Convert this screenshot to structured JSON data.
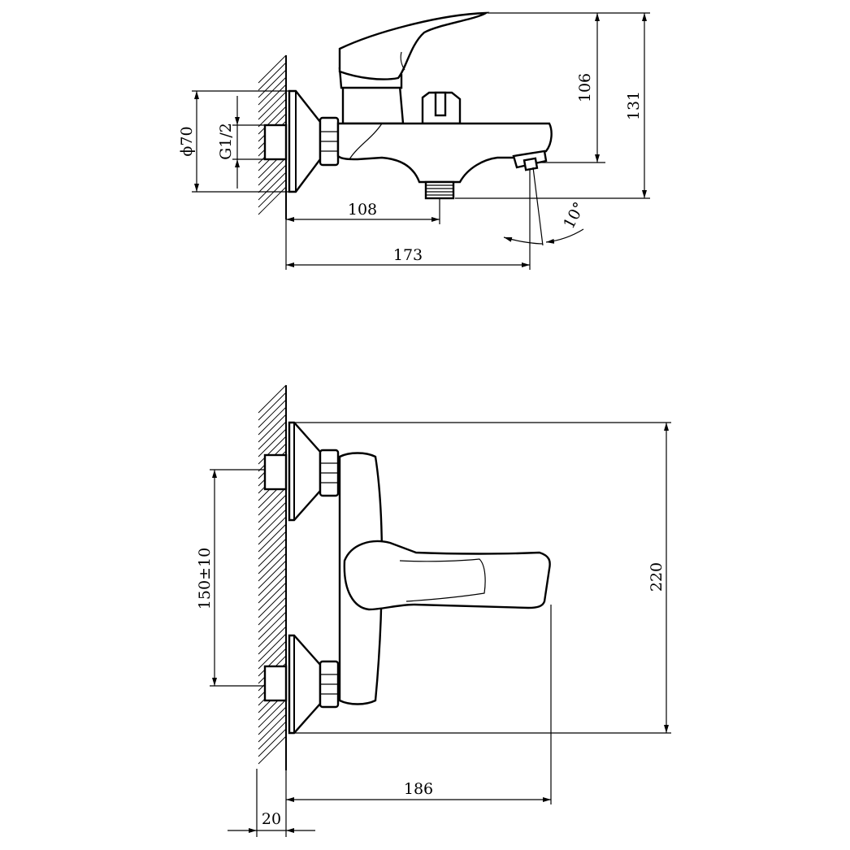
{
  "top_view": {
    "dim_106": "106",
    "dim_131": "131",
    "dim_70": "ϕ70",
    "dim_g12": "G1/2",
    "dim_108": "108",
    "dim_173": "173",
    "dim_angle": "10°"
  },
  "front_view": {
    "dim_150": "150±10",
    "dim_220": "220",
    "dim_186": "186",
    "dim_20": "20"
  }
}
